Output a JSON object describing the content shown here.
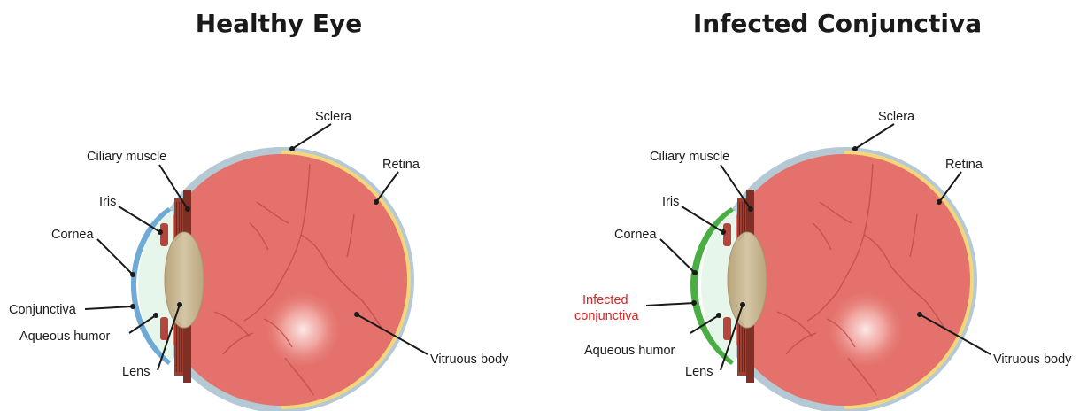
{
  "panels": {
    "healthy": {
      "title": "Healthy Eye",
      "labels": {
        "sclera": "Sclera",
        "ciliary_muscle": "Ciliary muscle",
        "retina": "Retina",
        "iris": "Iris",
        "cornea": "Cornea",
        "conjunctiva": "Conjunctiva",
        "aqueous_humor": "Aqueous humor",
        "lens": "Lens",
        "vitreous_body": "Vitruous body"
      }
    },
    "infected": {
      "title": "Infected Conjunctiva",
      "labels": {
        "sclera": "Sclera",
        "ciliary_muscle": "Ciliary muscle",
        "retina": "Retina",
        "iris": "Iris",
        "cornea": "Cornea",
        "infected_conjunctiva_line1": "Infected",
        "infected_conjunctiva_line2": "conjunctiva",
        "aqueous_humor": "Aqueous humor",
        "lens": "Lens",
        "vitreous_body": "Vitruous body"
      }
    }
  },
  "colors": {
    "sclera": "#b5c9d4",
    "retina": "#f5d67a",
    "vitreous": "#e4716b",
    "lens": "#c9b896",
    "aqueous": "#e6f6ea",
    "cornea_healthy": "#6fa9d6",
    "cornea_infected": "#4aae45",
    "ciliary": "#9b3f33",
    "infected_label": "#e02020"
  }
}
